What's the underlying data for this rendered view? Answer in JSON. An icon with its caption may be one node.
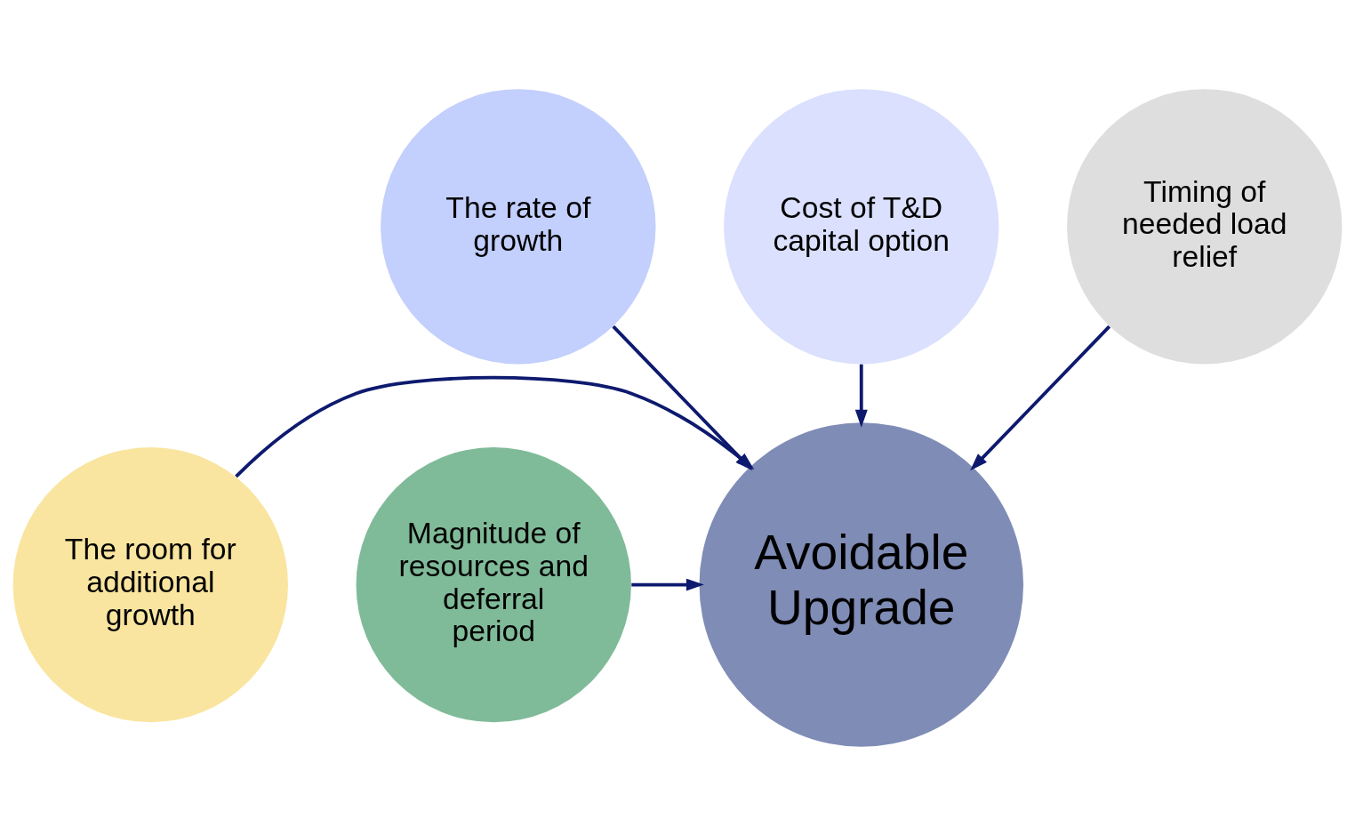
{
  "diagram": {
    "nodes": [
      {
        "text": [
          "Cost of T&D capital option"
        ]
      },
      {
        "text": [
          "The rate of growth"
        ]
      },
      {
        "text": [
          "Timing of needed load relief"
        ]
      },
      {
        "text": [
          "Avoidable Upgrade"
        ]
      },
      {
        "text": [
          "The room for additional growth"
        ]
      },
      {
        "text": [
          "Magnitude of resources and deferral period"
        ]
      }
    ],
    "edges": [
      {
        "from": 0,
        "to": 3,
        "arrow": "to"
      },
      {
        "from": 1,
        "to": 3,
        "arrow": "to"
      },
      {
        "from": 2,
        "to": 3,
        "arrow": "to"
      },
      {
        "from": 4,
        "to": 3,
        "arrow": "to"
      },
      {
        "from": 5,
        "to": 3,
        "arrow": "to"
      }
    ]
  }
}
